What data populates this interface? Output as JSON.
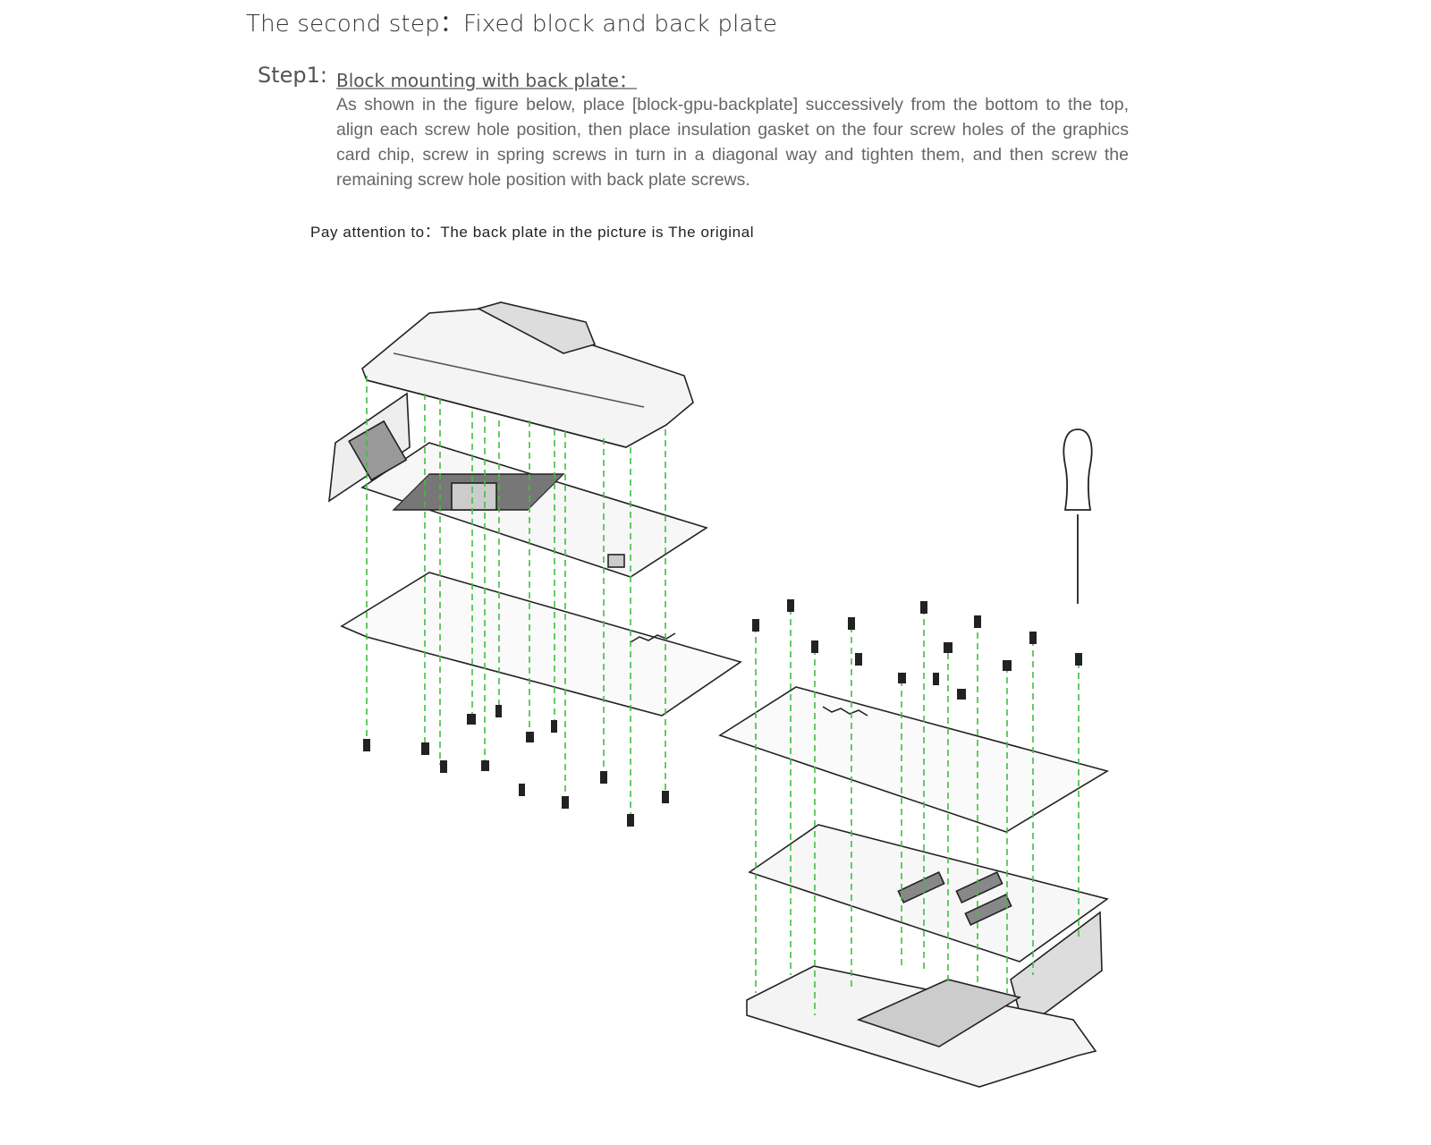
{
  "page": {
    "title": "The second step：Fixed block and back plate",
    "step": {
      "label": "Step1:",
      "heading": "Block mounting with back plate：",
      "body": "As shown in the figure below, place [block-gpu-backplate] successively from the bottom to the top, align each screw hole position, then place insulation gasket on the four screw holes of the graphics card chip, screw in spring screws in turn in a diagonal way and tighten them, and then screw the remaining screw hole position with back plate screws."
    },
    "note": "Pay attention to：The back plate in the picture is The original"
  },
  "colors": {
    "guide_line": "#3fbf3f",
    "line_art": "#222222",
    "text": "#555555"
  }
}
